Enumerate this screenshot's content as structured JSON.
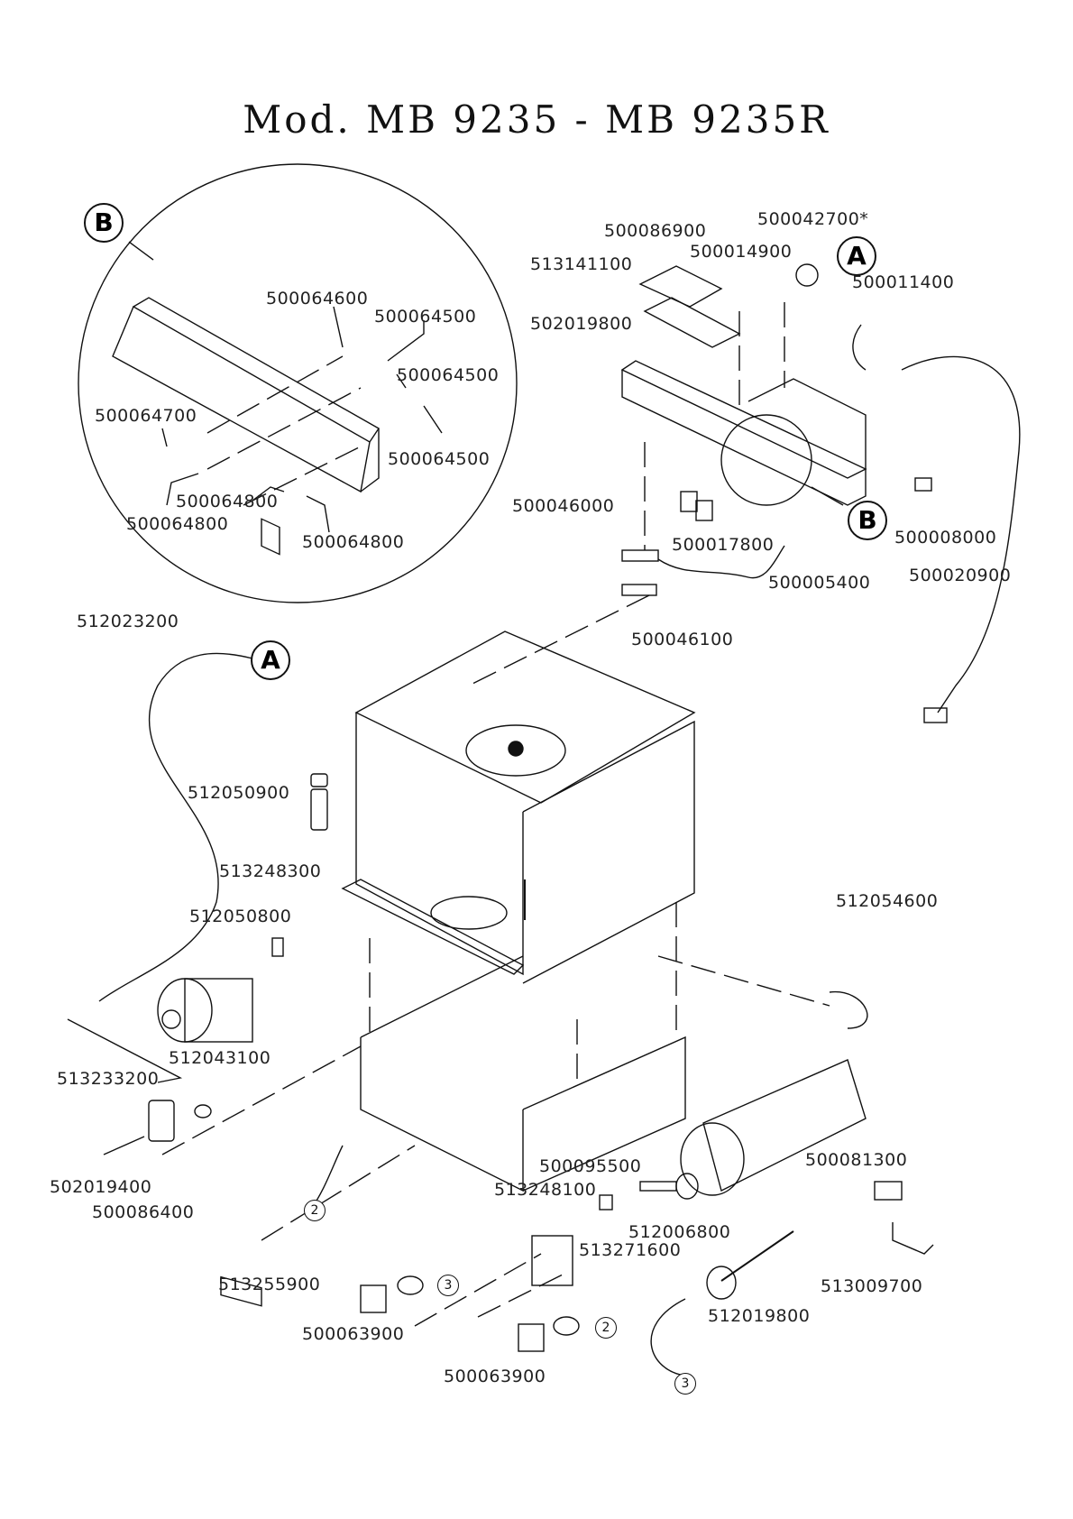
{
  "title": "Mod. MB 9235 - MB 9235R",
  "callouts": {
    "A": "A",
    "B": "B"
  },
  "connectors": {
    "c2": "2",
    "c3": "3"
  },
  "detail_b_parts": [
    "500064600",
    "500064500",
    "500064500",
    "500064700",
    "500064500",
    "500064800",
    "500064800",
    "500064800"
  ],
  "control_box_parts": [
    "500086900",
    "500042700*",
    "513141100",
    "500014900",
    "500011400",
    "502019800",
    "500046000",
    "500017800",
    "500005400",
    "500008000",
    "500020900",
    "500046100"
  ],
  "main_parts": [
    "512023200",
    "512050900",
    "513248300",
    "512050800",
    "512054600",
    "512043100",
    "513233200",
    "502019400",
    "500086400",
    "500095500",
    "500081300",
    "513248100",
    "512006800",
    "513271600",
    "513009700",
    "513255900",
    "512019800",
    "500063900",
    "500063900"
  ]
}
